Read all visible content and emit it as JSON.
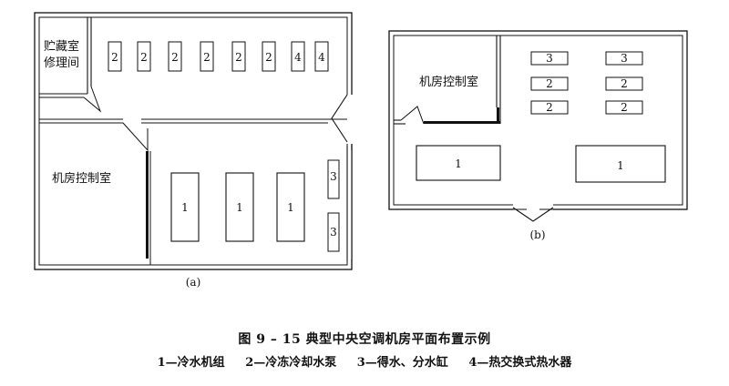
{
  "plan_a": {
    "label": "(a)",
    "rooms": {
      "storage": "贮藏室",
      "repair": "修理间",
      "control": "机房控制室"
    },
    "top_row": [
      "2",
      "2",
      "2",
      "2",
      "2",
      "2",
      "4",
      "4"
    ],
    "chillers": [
      "1",
      "1",
      "1"
    ],
    "right_side": [
      "3",
      "3"
    ]
  },
  "plan_b": {
    "label": "(b)",
    "control": "机房控制室",
    "left_column": [
      "3",
      "2",
      "2"
    ],
    "right_column": [
      "3",
      "2",
      "2"
    ],
    "chillers": [
      "1",
      "1"
    ]
  },
  "caption": {
    "title": "图 9 – 15   典型中央空调机房平面布置示例",
    "legend": [
      "1—冷水机组",
      "2—冷冻冷却水泵",
      "3—得水、分水缸",
      "4—热交换式热水器"
    ]
  }
}
